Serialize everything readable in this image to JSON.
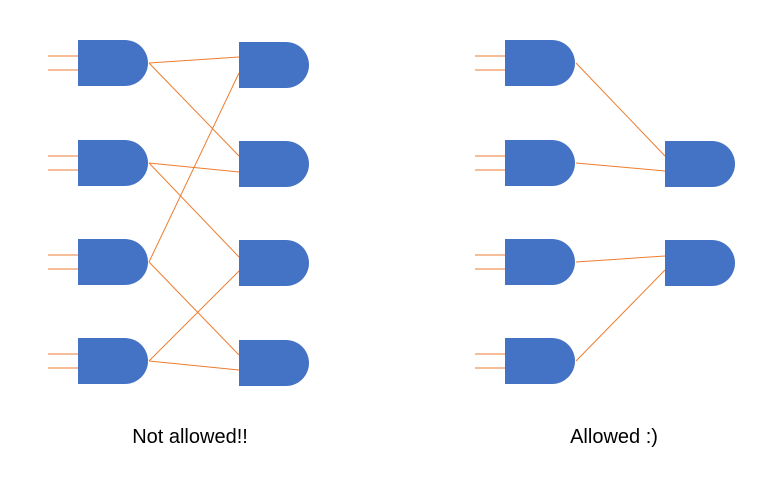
{
  "captions": {
    "left": "Not allowed!!",
    "right": "Allowed :)"
  },
  "colors": {
    "gate": "#4472C4",
    "wire": "#ED7D31"
  },
  "diagrams": {
    "left": {
      "inputs_per_gate": 2,
      "first_layer_gates": 4,
      "second_layer_gates": 4,
      "connections": [
        [
          0,
          0
        ],
        [
          0,
          1
        ],
        [
          1,
          1
        ],
        [
          1,
          2
        ],
        [
          2,
          0
        ],
        [
          2,
          3
        ],
        [
          3,
          2
        ],
        [
          3,
          3
        ]
      ]
    },
    "right": {
      "inputs_per_gate": 2,
      "first_layer_gates": 4,
      "second_layer_gates": 2,
      "connections": [
        [
          0,
          0
        ],
        [
          1,
          0
        ],
        [
          2,
          1
        ],
        [
          3,
          1
        ]
      ]
    }
  }
}
